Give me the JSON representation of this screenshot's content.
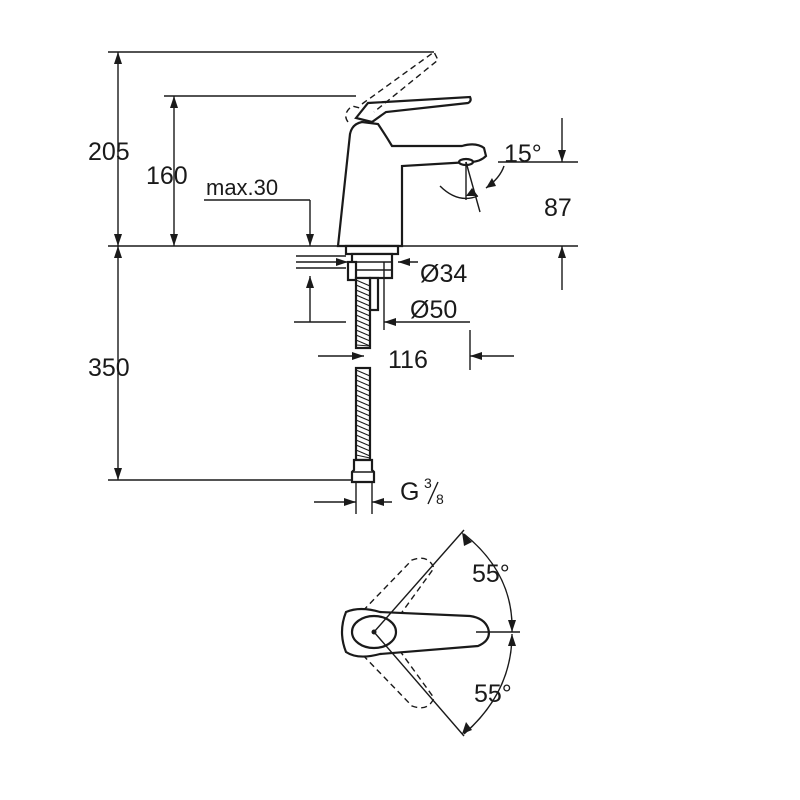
{
  "dimensions": {
    "total_height": "205",
    "spout_height": "160",
    "max_deck": "max.30",
    "spout_tilt": "15°",
    "spout_reach_height": "87",
    "hole_diameter": "Ø34",
    "base_diameter": "Ø50",
    "spout_projection": "116",
    "hose_length": "350",
    "connection_prefix": "G",
    "connection_num": "3",
    "connection_den": "8",
    "lever_angle_up": "55°",
    "lever_angle_down": "55°"
  },
  "colors": {
    "line": "#1a1a1a",
    "background": "#ffffff"
  }
}
